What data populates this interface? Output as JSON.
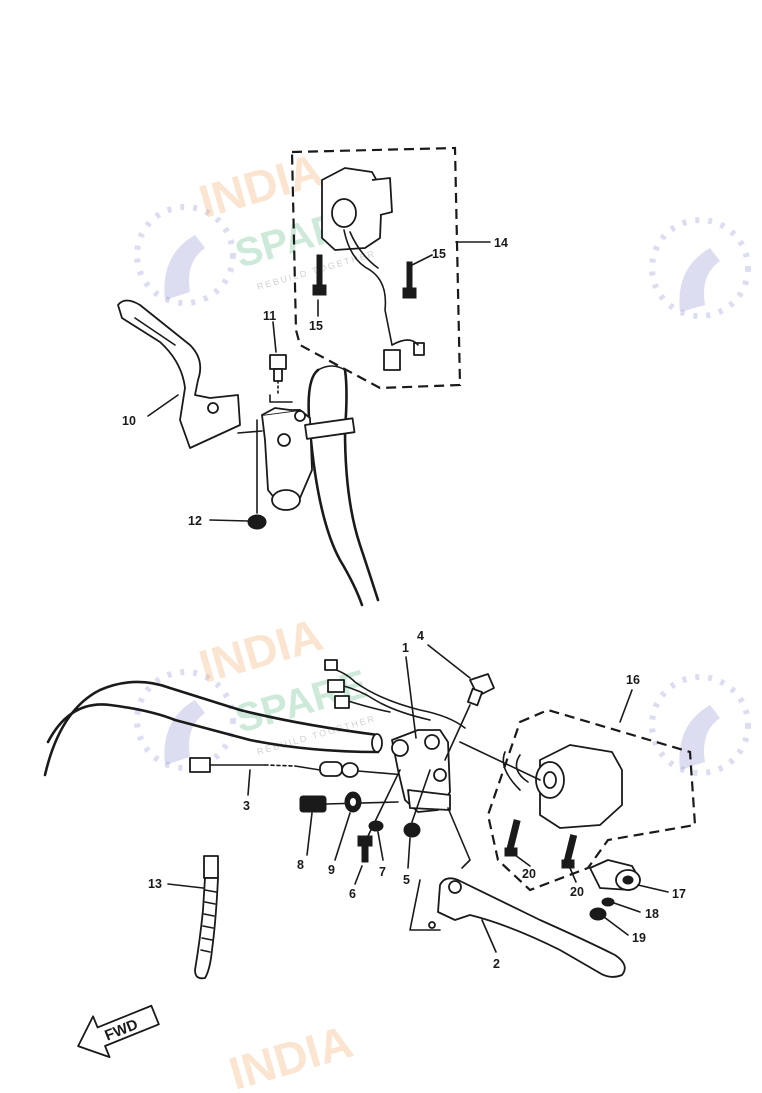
{
  "watermark": {
    "line1": "INDIA",
    "line2": "SPARE",
    "tagline": "REBUILD TOGETHER",
    "color_orange": "#f2a15b",
    "color_green": "#4fb37a",
    "color_blue": "#8a8fd0",
    "icon": "wrench-circle-icon"
  },
  "direction_arrow": {
    "label": "FWD",
    "icon": "fwd-arrow-icon"
  },
  "callouts": {
    "c1": "1",
    "c2": "2",
    "c3": "3",
    "c4": "4",
    "c5": "5",
    "c6": "6",
    "c7": "7",
    "c8": "8",
    "c9": "9",
    "c10": "10",
    "c11": "11",
    "c12": "12",
    "c13": "13",
    "c14": "14",
    "c15a": "15",
    "c15b": "15",
    "c16": "16",
    "c17": "17",
    "c18": "18",
    "c19": "19",
    "c20a": "20",
    "c20b": "20"
  }
}
